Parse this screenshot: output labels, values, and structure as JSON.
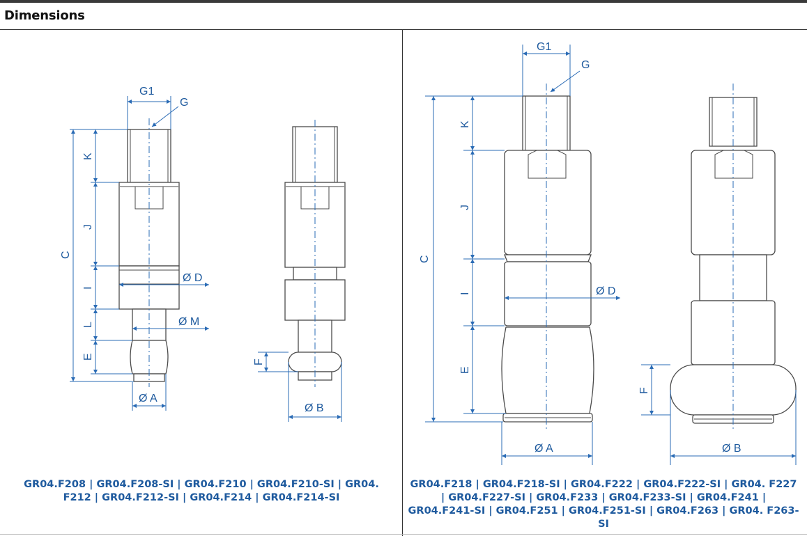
{
  "header": {
    "title": "Dimensions"
  },
  "labels": {
    "G1": "G1",
    "G": "G",
    "K": "K",
    "J": "J",
    "I": "I",
    "L": "L",
    "E": "E",
    "C": "C",
    "F": "F",
    "D": "Ø D",
    "M": "Ø M",
    "A": "Ø A",
    "B": "Ø B"
  },
  "captions": {
    "left": "GR04.F208 | GR04.F208-SI | GR04.F210 | GR04.F210-SI | GR04. F212 | GR04.F212-SI | GR04.F214 | GR04.F214-SI",
    "right": "GR04.F218 | GR04.F218-SI | GR04.F222 | GR04.F222-SI | GR04. F227 | GR04.F227-SI | GR04.F233 | GR04.F233-SI | GR04.F241 | GR04.F241-SI | GR04.F251 | GR04.F251-SI | GR04.F263 | GR04. F263-SI"
  },
  "colors": {
    "dimension": "#2a6bb5",
    "caption": "#1e5a9e",
    "outline": "#4a4a4a"
  }
}
